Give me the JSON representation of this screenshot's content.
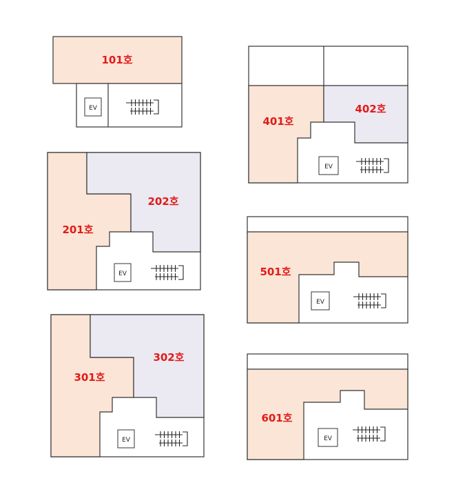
{
  "colors": {
    "unit_a": "#fbe5d6",
    "unit_b": "#ebe9f2",
    "outline": "#333333",
    "label": "#e11a1a"
  },
  "ev_text": "EV",
  "floors": [
    {
      "id": "floor-1",
      "units": [
        {
          "id": "101",
          "label": "101호",
          "fill": "unit_a"
        }
      ]
    },
    {
      "id": "floor-2",
      "units": [
        {
          "id": "201",
          "label": "201호",
          "fill": "unit_a"
        },
        {
          "id": "202",
          "label": "202호",
          "fill": "unit_b"
        }
      ]
    },
    {
      "id": "floor-3",
      "units": [
        {
          "id": "301",
          "label": "301호",
          "fill": "unit_a"
        },
        {
          "id": "302",
          "label": "302호",
          "fill": "unit_b"
        }
      ]
    },
    {
      "id": "floor-4",
      "units": [
        {
          "id": "401",
          "label": "401호",
          "fill": "unit_a"
        },
        {
          "id": "402",
          "label": "402호",
          "fill": "unit_b"
        }
      ]
    },
    {
      "id": "floor-5",
      "units": [
        {
          "id": "501",
          "label": "501호",
          "fill": "unit_a"
        }
      ]
    },
    {
      "id": "floor-6",
      "units": [
        {
          "id": "601",
          "label": "601호",
          "fill": "unit_a"
        }
      ]
    }
  ]
}
